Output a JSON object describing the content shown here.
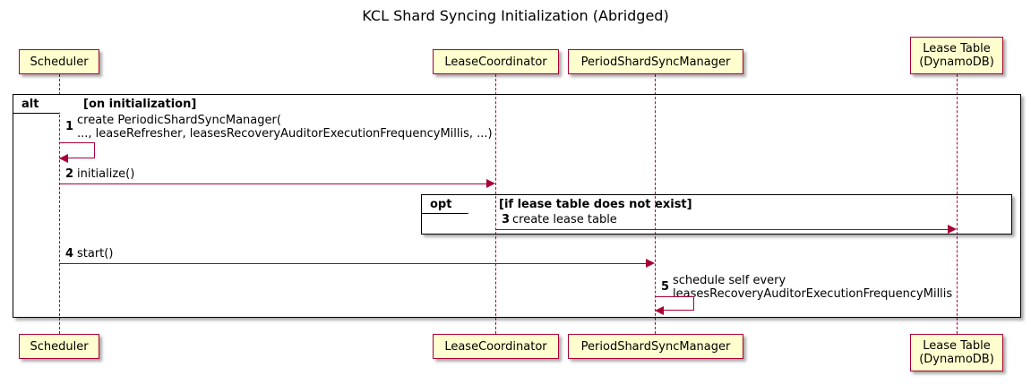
{
  "diagram": {
    "type": "sequence-diagram",
    "title": "KCL Shard Syncing Initialization (Abridged)",
    "participants": [
      {
        "id": "scheduler",
        "label": "Scheduler"
      },
      {
        "id": "lease-coordinator",
        "label": "LeaseCoordinator"
      },
      {
        "id": "period-shard-sync-manager",
        "label": "PeriodShardSyncManager"
      },
      {
        "id": "lease-table",
        "label": "Lease Table\n(DynamoDB)"
      }
    ],
    "frames": [
      {
        "id": "alt",
        "kind": "alt",
        "condition": "[on initialization]"
      },
      {
        "id": "opt",
        "kind": "opt",
        "condition": "[if lease table does not exist]"
      }
    ],
    "messages": [
      {
        "number": "1",
        "text": "create PeriodicShardSyncManager(\n    ..., leaseRefresher, leasesRecoveryAuditorExecutionFrequencyMillis, ...)",
        "from": "scheduler",
        "to": "scheduler",
        "self": true
      },
      {
        "number": "2",
        "text": "initialize()",
        "from": "scheduler",
        "to": "lease-coordinator",
        "self": false
      },
      {
        "number": "3",
        "text": "create lease table",
        "from": "lease-coordinator",
        "to": "lease-table",
        "self": false
      },
      {
        "number": "4",
        "text": "start()",
        "from": "scheduler",
        "to": "period-shard-sync-manager",
        "self": false
      },
      {
        "number": "5",
        "text": "schedule self every\n   leasesRecoveryAuditorExecutionFrequencyMillis",
        "from": "period-shard-sync-manager",
        "to": "period-shard-sync-manager",
        "self": true
      }
    ],
    "colors": {
      "participant_fill": "#FEFECE",
      "participant_border": "#A80036",
      "arrow": "#A80036",
      "frame_border": "#000000",
      "background": "#FFFFFF"
    }
  }
}
